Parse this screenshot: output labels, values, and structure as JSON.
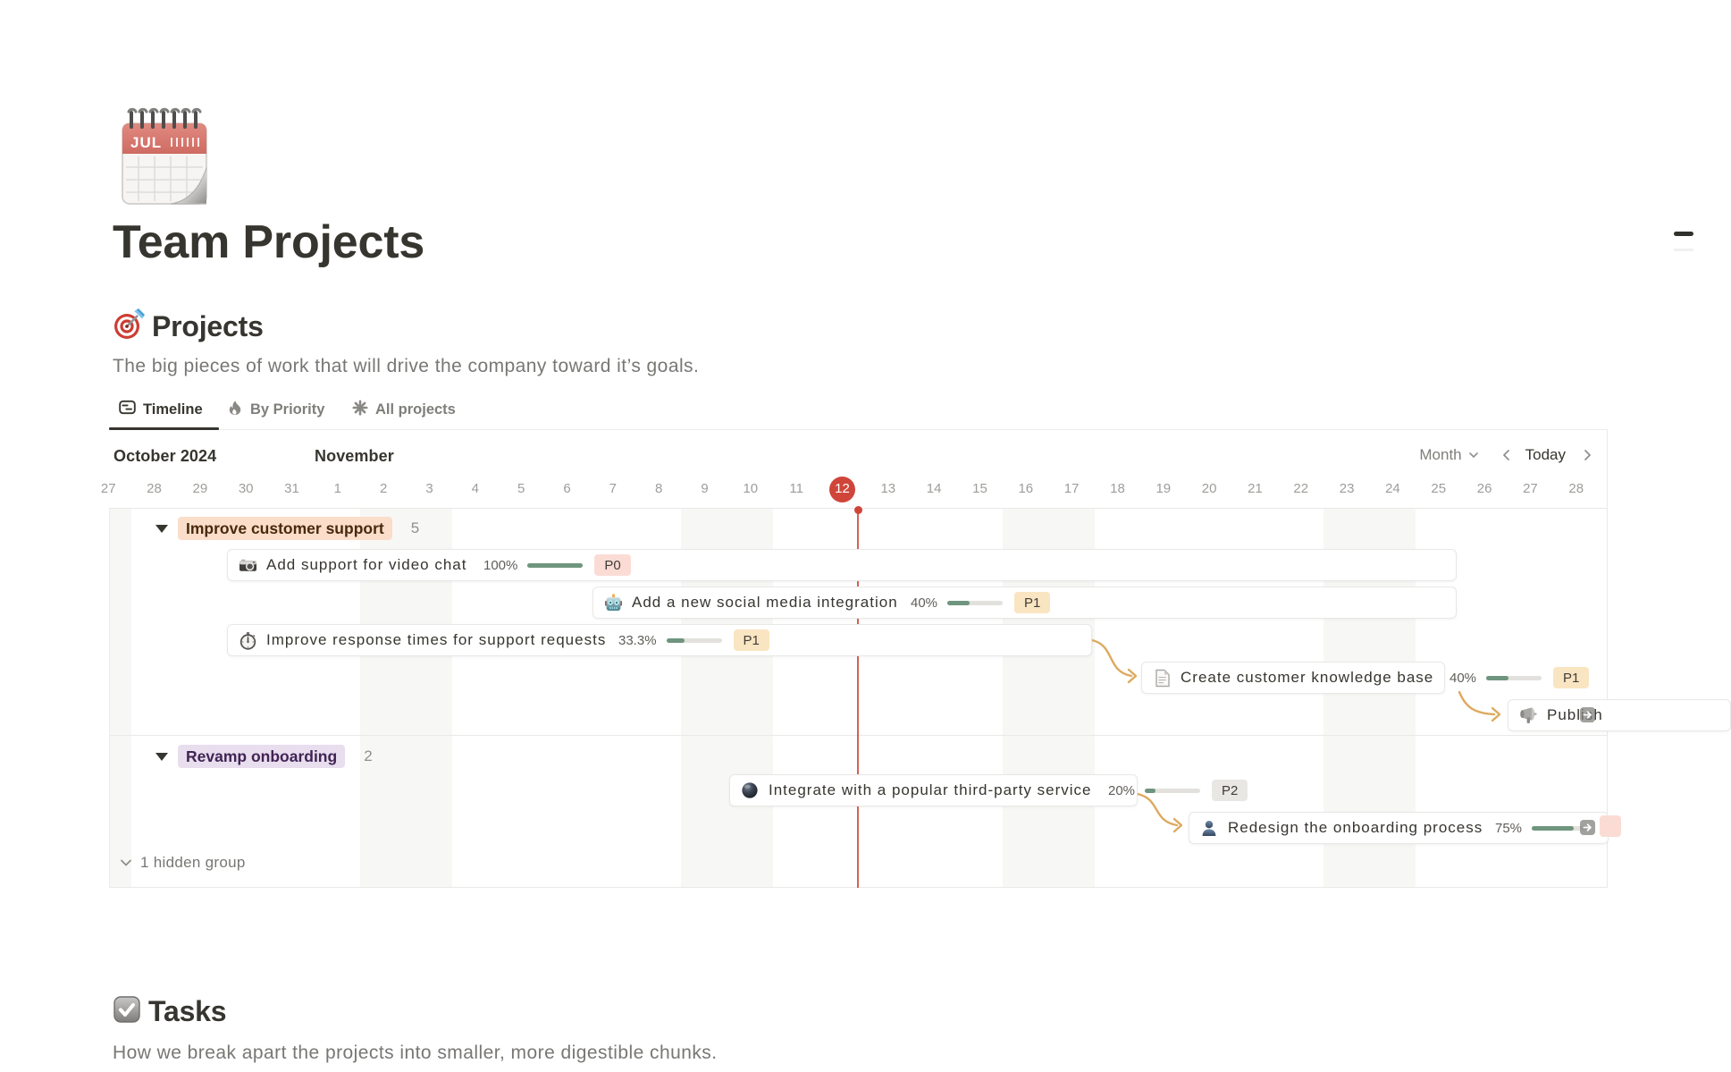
{
  "page": {
    "title": "Team Projects",
    "icon": "spiral-calendar-emoji",
    "icon_month": "JUL"
  },
  "projects": {
    "icon": "dart-target-emoji",
    "heading": "Projects",
    "description": "The big pieces of work that will drive the company toward it’s goals.",
    "tabs": [
      {
        "label": "Timeline",
        "icon": "timeline-view-icon",
        "active": true
      },
      {
        "label": "By Priority",
        "icon": "flame-icon",
        "active": false
      },
      {
        "label": "All projects",
        "icon": "asterisk-icon",
        "active": false
      }
    ]
  },
  "timeline": {
    "left_month": "October 2024",
    "right_month": "November",
    "controls": {
      "scale": "Month",
      "today": "Today"
    },
    "days": [
      "27",
      "28",
      "29",
      "30",
      "31",
      "1",
      "2",
      "3",
      "4",
      "5",
      "6",
      "7",
      "8",
      "9",
      "10",
      "11",
      "12",
      "13",
      "14",
      "15",
      "16",
      "17",
      "18",
      "19",
      "20",
      "21",
      "22",
      "23",
      "24",
      "25",
      "26",
      "27",
      "28"
    ],
    "today_day": "12",
    "groups": [
      {
        "label": "Improve customer support",
        "count": "5",
        "bg": "#fadec9",
        "text_color": "#49290e"
      },
      {
        "label": "Revamp onboarding",
        "count": "2",
        "bg": "#e8deee",
        "text_color": "#412454"
      }
    ],
    "hidden_group_label": "1 hidden group",
    "bars": [
      {
        "icon": "camera-emoji",
        "title": "Add support for video chat",
        "percent": "100%",
        "progress": 1,
        "priority": "P0"
      },
      {
        "icon": "robot-emoji",
        "title": "Add a new social media integration",
        "percent": "40%",
        "progress": 0.4,
        "priority": "P1"
      },
      {
        "icon": "stopwatch-emoji",
        "title": "Improve response times for support requests",
        "percent": "33.3%",
        "progress": 0.333,
        "priority": "P1"
      },
      {
        "icon": "page-emoji",
        "title": "Create customer knowledge base",
        "percent": "40%",
        "progress": 0.4,
        "priority": "P1"
      },
      {
        "icon": "megaphone-emoji",
        "title": "Publish"
      },
      {
        "icon": "dark-sphere-emoji",
        "title": "Integrate with a popular third-party service",
        "percent": "20%",
        "progress": 0.2,
        "priority": "P2"
      },
      {
        "icon": "bust-silhouette-emoji",
        "title": "Redesign the onboarding process",
        "percent": "75%",
        "progress": 0.75
      }
    ],
    "priority_colors": {
      "P0": "#fbdcd5",
      "P1": "#fae5c2",
      "P2": "#e8e7e4"
    },
    "accent_red": "#d0453a"
  },
  "tasks": {
    "icon": "check-mark-emoji",
    "heading": "Tasks",
    "description": "How we break apart the projects into smaller, more digestible chunks."
  }
}
